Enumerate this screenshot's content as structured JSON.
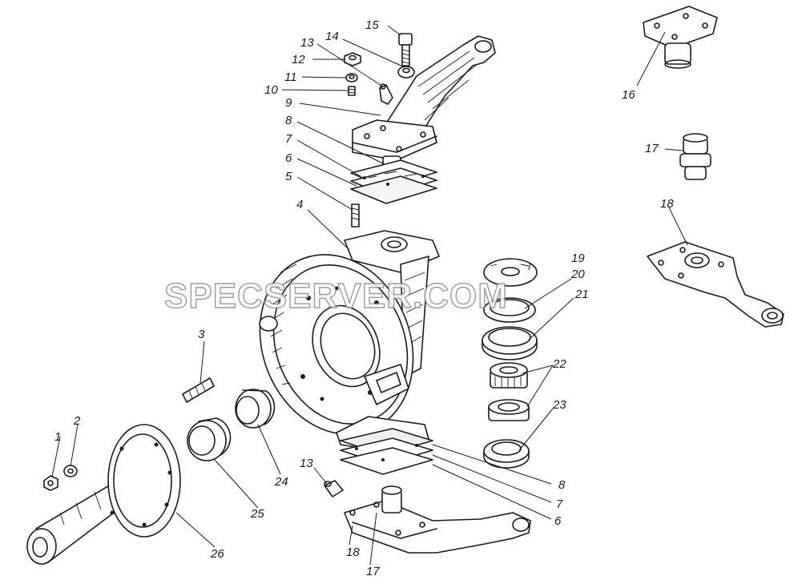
{
  "watermark": "SPECSERVER.COM",
  "callouts": [
    "1",
    "2",
    "3",
    "4",
    "5",
    "6",
    "7",
    "8",
    "9",
    "10",
    "11",
    "12",
    "13",
    "14",
    "15",
    "16",
    "17",
    "18",
    "19",
    "20",
    "21",
    "22",
    "23",
    "24",
    "25",
    "26",
    "17",
    "18",
    "13",
    "8",
    "7",
    "6",
    "17",
    "18"
  ]
}
